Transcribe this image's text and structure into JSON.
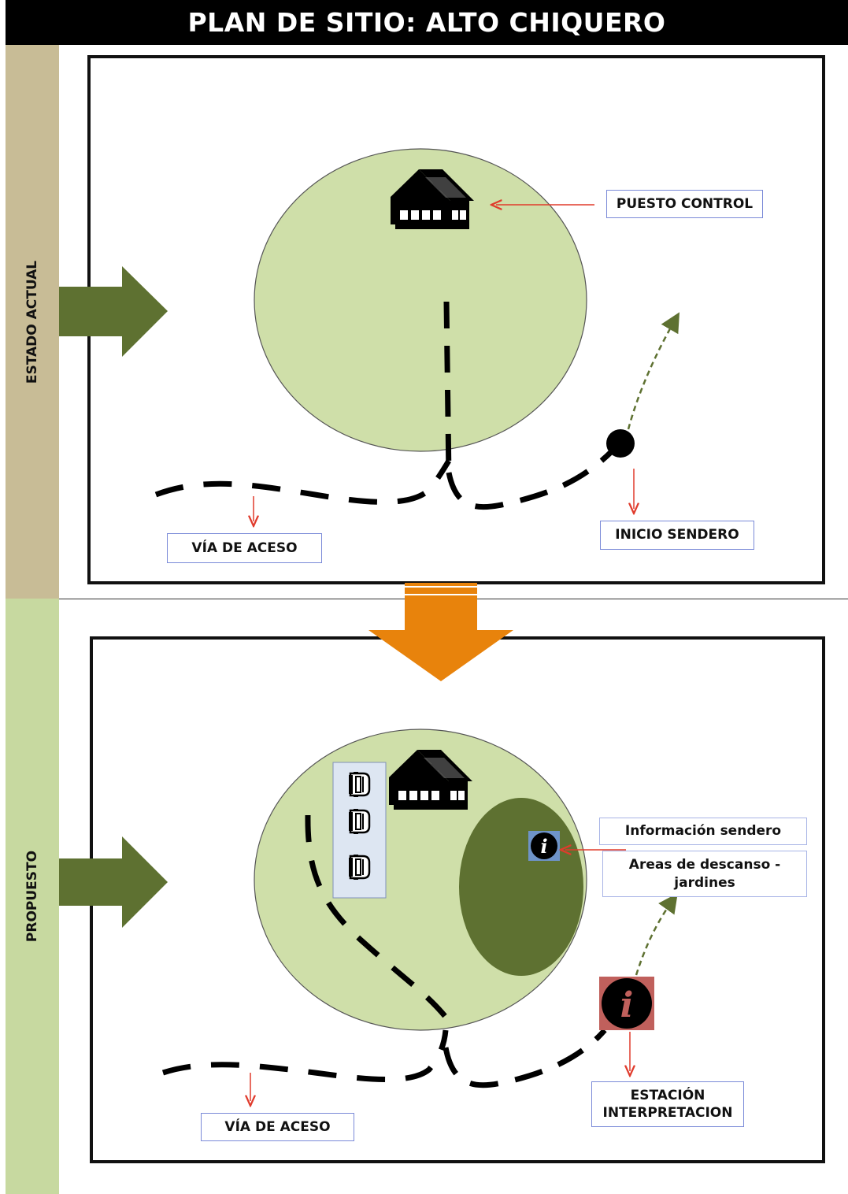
{
  "title": "PLAN DE SITIO:  ALTO CHIQUERO",
  "sections": {
    "current": {
      "label": "ESTADO ACTUAL"
    },
    "proposed": {
      "label": "PROPUESTO"
    }
  },
  "current_labels": {
    "puesto_control": "PUESTO CONTROL",
    "via_acceso": "VÍA DE ACESO",
    "inicio_sendero": "INICIO SENDERO"
  },
  "proposed_labels": {
    "info_sendero": "Información sendero",
    "areas_descanso": "Areas de descanso - jardines",
    "estacion": "ESTACIÓN INTERPRETACION",
    "via_acceso": "VÍA DE ACESO"
  },
  "colors": {
    "light_green": "#cfdfa9",
    "dark_green": "#5e7131",
    "orange": "#e8830c",
    "tan": "#c8bc96",
    "pointer_red": "#e03b2c",
    "info_box_blue": "#6e93c8",
    "info_box_red": "#c0605c"
  },
  "icons": [
    "house-icon",
    "car-icon",
    "info-icon",
    "arrow-right-icon",
    "arrow-down-icon"
  ]
}
